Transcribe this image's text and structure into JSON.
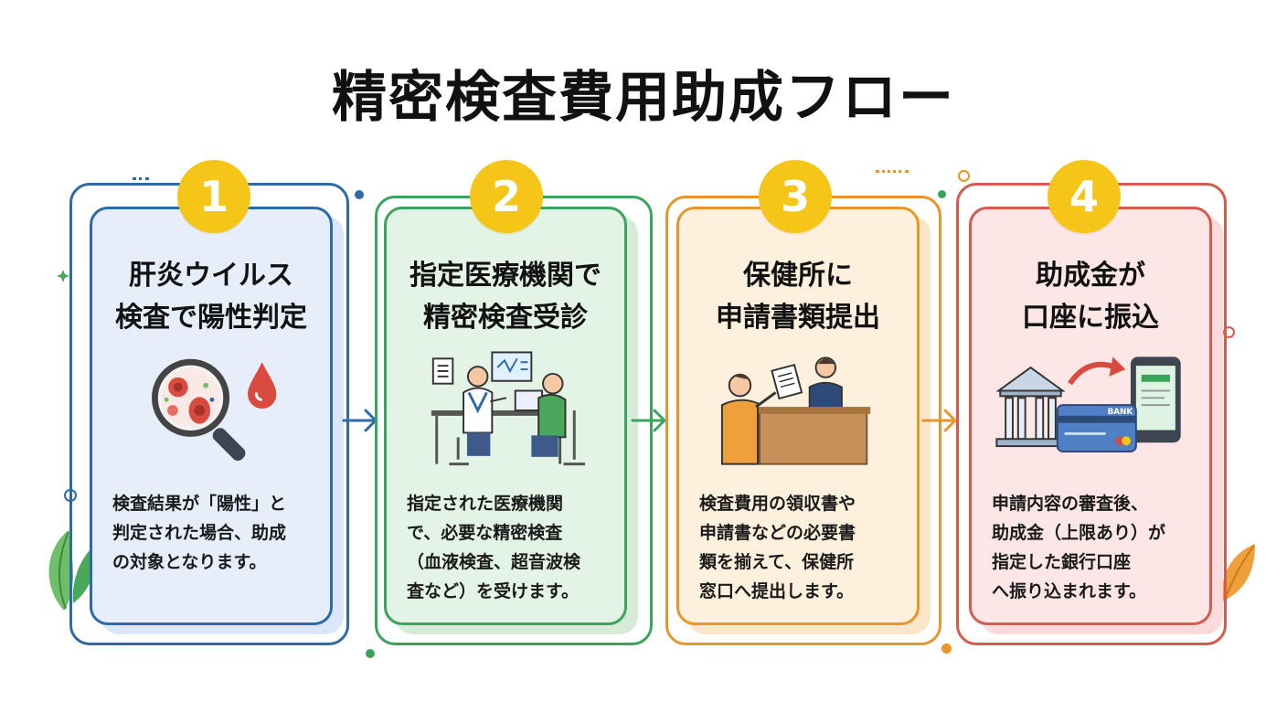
{
  "title": "精密検査費用助成フロー",
  "colors": {
    "badge": "#f5c518",
    "step1": "#2e6aa8",
    "step2": "#3aa35c",
    "step3": "#e8962a",
    "step4": "#d65a4e"
  },
  "steps": [
    {
      "number": "1",
      "title_lines": [
        "肝炎ウイルス",
        "検査で陽性判定"
      ],
      "desc_lines": [
        "検査結果が「陽性」と",
        "判定された場合、助成",
        "の対象となります。"
      ],
      "icon": "magnifier-blood-icon"
    },
    {
      "number": "2",
      "title_lines": [
        "指定医療機関で",
        "精密検査受診"
      ],
      "desc_lines": [
        "指定された医療機関",
        "で、必要な精密検査",
        "（血液検査、超音波検",
        "査など）を受けます。"
      ],
      "icon": "doctor-consultation-icon"
    },
    {
      "number": "3",
      "title_lines": [
        "保健所に",
        "申請書類提出"
      ],
      "desc_lines": [
        "検査費用の領収書や",
        "申請書などの必要書",
        "類を揃えて、保健所",
        "窓口へ提出します。"
      ],
      "icon": "counter-submission-icon"
    },
    {
      "number": "4",
      "title_lines": [
        "助成金が",
        "口座に振込"
      ],
      "desc_lines": [
        "申請内容の審査後、",
        "助成金（上限あり）が",
        "指定した銀行口座",
        "へ振り込まれます。"
      ],
      "icon": "bank-transfer-icon",
      "card_label": "BANK"
    }
  ]
}
